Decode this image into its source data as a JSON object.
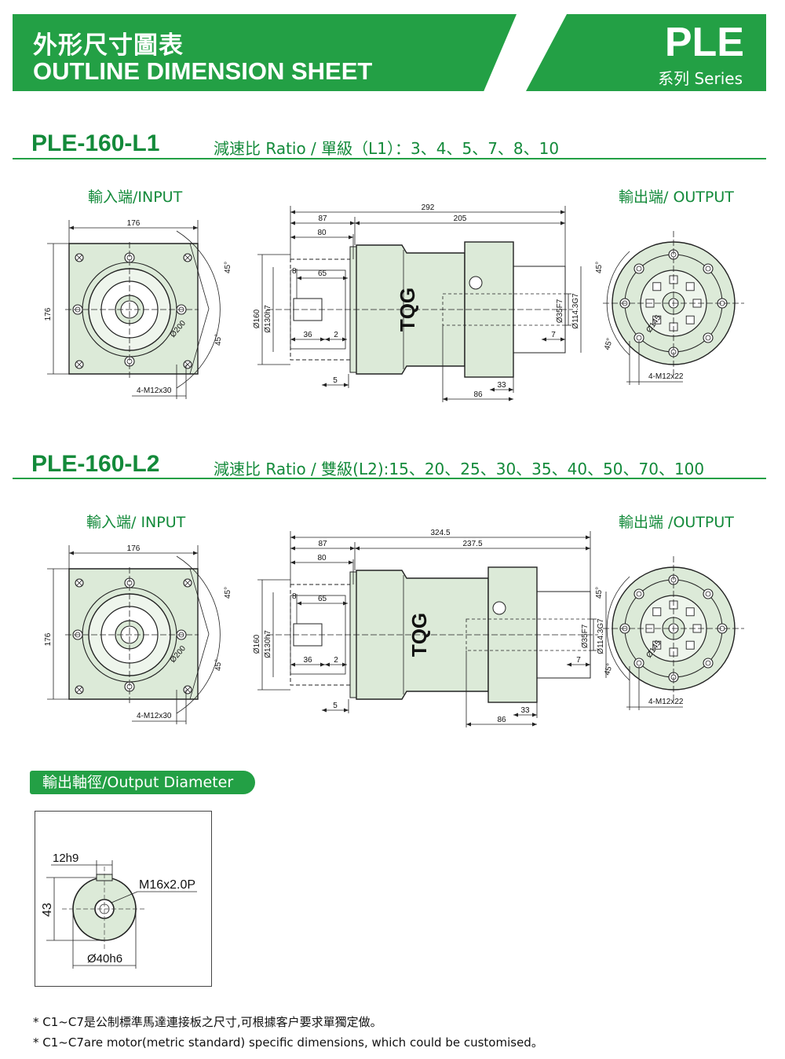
{
  "header": {
    "title_cn": "外形尺寸圖表",
    "title_en": "OUTLINE DIMENSION SHEET",
    "series_code": "PLE",
    "series_label": "系列 Series"
  },
  "colors": {
    "brand_green": "#23a045",
    "text_green": "#138a3a",
    "body_fill": "#dcead8"
  },
  "sections": [
    {
      "model": "PLE-160-L1",
      "ratio_text": "減速比 Ratio / 單級（L1）：3、4、5、7、8、10",
      "input_label": "輸入端/INPUT",
      "output_label": "輸出端/ OUTPUT",
      "dims": {
        "in_width": "176",
        "in_height": "176",
        "in_pcd": "Ø200",
        "in_screw": "4-M12x30",
        "angle": "45°",
        "total": "292",
        "a": "87",
        "b": "205",
        "c": "80",
        "d": "8",
        "e": "65",
        "f": "36",
        "g": "2",
        "h": "5",
        "dia1": "Ø160",
        "dia2": "Ø130h7",
        "dia3": "Ø35F7",
        "dia4": "Ø114.3G7",
        "k": "7",
        "m": "33",
        "n": "86",
        "out_pcd": "Ø145",
        "out_screw": "4-M12x22",
        "brand": "TQG"
      }
    },
    {
      "model": "PLE-160-L2",
      "ratio_text": "減速比 Ratio / 雙級(L2):15、20、25、30、35、40、50、70、100",
      "input_label": "輸入端/ INPUT",
      "output_label": "輸出端 /OUTPUT",
      "dims": {
        "in_width": "176",
        "in_height": "176",
        "in_pcd": "Ø200",
        "in_screw": "4-M12x30",
        "angle": "45°",
        "total": "324.5",
        "a": "87",
        "b": "237.5",
        "c": "80",
        "d": "8",
        "e": "65",
        "f": "36",
        "g": "2",
        "h": "5",
        "dia1": "Ø160",
        "dia2": "Ø130h7",
        "dia3": "Ø35F7",
        "dia4": "Ø114.3G7",
        "k": "7",
        "m": "33",
        "n": "86",
        "out_pcd": "Ø145",
        "out_screw": "4-M12x22",
        "brand": "TQG"
      }
    }
  ],
  "output_diameter": {
    "label": "輸出軸徑/Output Diameter",
    "key_width": "12h9",
    "thread": "M16x2.0P",
    "height": "43",
    "diameter": "Ø40h6"
  },
  "notes": [
    "* C1~C7是公制標準馬達連接板之尺寸,可根據客户要求單獨定做。",
    "* C1~C7are motor(metric standard) specific dimensions, which could be customised。"
  ]
}
